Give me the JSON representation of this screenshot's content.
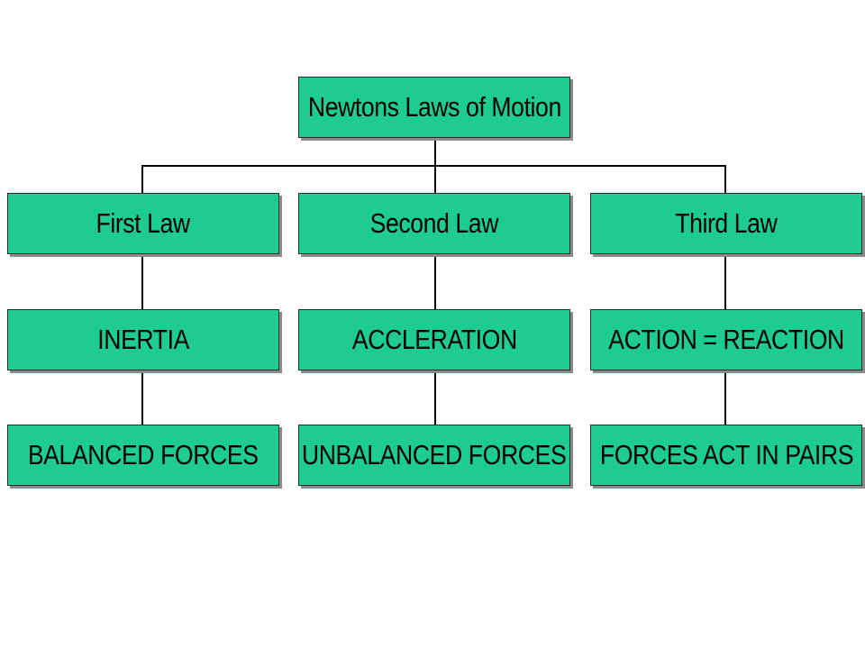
{
  "root": {
    "label": "Newtons Laws of Motion"
  },
  "columns": [
    {
      "law": "First Law",
      "concept": "INERTIA",
      "forces": "BALANCED FORCES"
    },
    {
      "law": "Second Law",
      "concept": "ACCLERATION",
      "forces": "UNBALANCED FORCES"
    },
    {
      "law": "Third Law",
      "concept": "ACTION = REACTION",
      "forces": "FORCES ACT IN PAIRS"
    }
  ],
  "colors": {
    "box_fill": "#1fcc8f",
    "box_border": "#2a2a2a",
    "box_shadow": "#8a8a8a",
    "connector": "#000000",
    "background": "#ffffff"
  }
}
